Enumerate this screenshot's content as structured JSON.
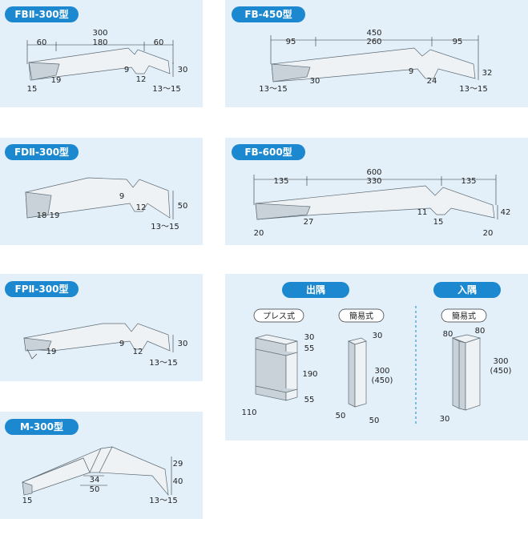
{
  "panels": {
    "fb2_300": {
      "title": "FBⅡ-300型",
      "dims": {
        "total": "300",
        "left": "60",
        "center": "180",
        "right": "60",
        "height": "30",
        "lip": "15",
        "rib_gap": "9",
        "rib_w": "12",
        "rib_w2": "19",
        "range": "13～15"
      }
    },
    "fb_450": {
      "title": "FB-450型",
      "dims": {
        "total": "450",
        "left": "95",
        "center": "260",
        "right": "95",
        "height": "32",
        "lip": "13～15",
        "rib_gap": "9",
        "rib_w": "24",
        "rib_w2": "30",
        "range": "13～15"
      }
    },
    "fd2_300": {
      "title": "FDⅡ-300型",
      "dims": {
        "height": "50",
        "lip": "18",
        "rib_w2": "19",
        "rib_gap": "9",
        "rib_w": "12",
        "range": "13～15"
      }
    },
    "fb_600": {
      "title": "FB-600型",
      "dims": {
        "total": "600",
        "left": "135",
        "center": "330",
        "right": "135",
        "height": "42",
        "lip_left": "20",
        "rib_w2": "27",
        "rib_gap": "11",
        "rib_w": "15",
        "lip_right": "20"
      }
    },
    "fp2_300": {
      "title": "FPⅡ-300型",
      "dims": {
        "height": "30",
        "rib_w2": "19",
        "rib_gap": "9",
        "rib_w": "12",
        "range": "13～15"
      }
    },
    "m_300": {
      "title": "M-300型",
      "dims": {
        "h_upper": "29",
        "h_lower": "40",
        "inner": "34",
        "outer": "50",
        "lip": "15",
        "range": "13～15"
      }
    },
    "corners": {
      "outer_title": "出隅",
      "inner_title": "入隅",
      "press_label": "プレス式",
      "simple_label": "簡易式",
      "simple_label2": "簡易式",
      "press_dims": {
        "top": "30",
        "d1": "55",
        "d2": "190",
        "d3": "55",
        "base": "110"
      },
      "simple_dims": {
        "top": "30",
        "height": "300",
        "height_alt": "(450)",
        "b1": "50",
        "b2": "50"
      },
      "inner_dims": {
        "a": "80",
        "b": "80",
        "height": "300",
        "height_alt": "(450)",
        "base": "30"
      }
    }
  }
}
